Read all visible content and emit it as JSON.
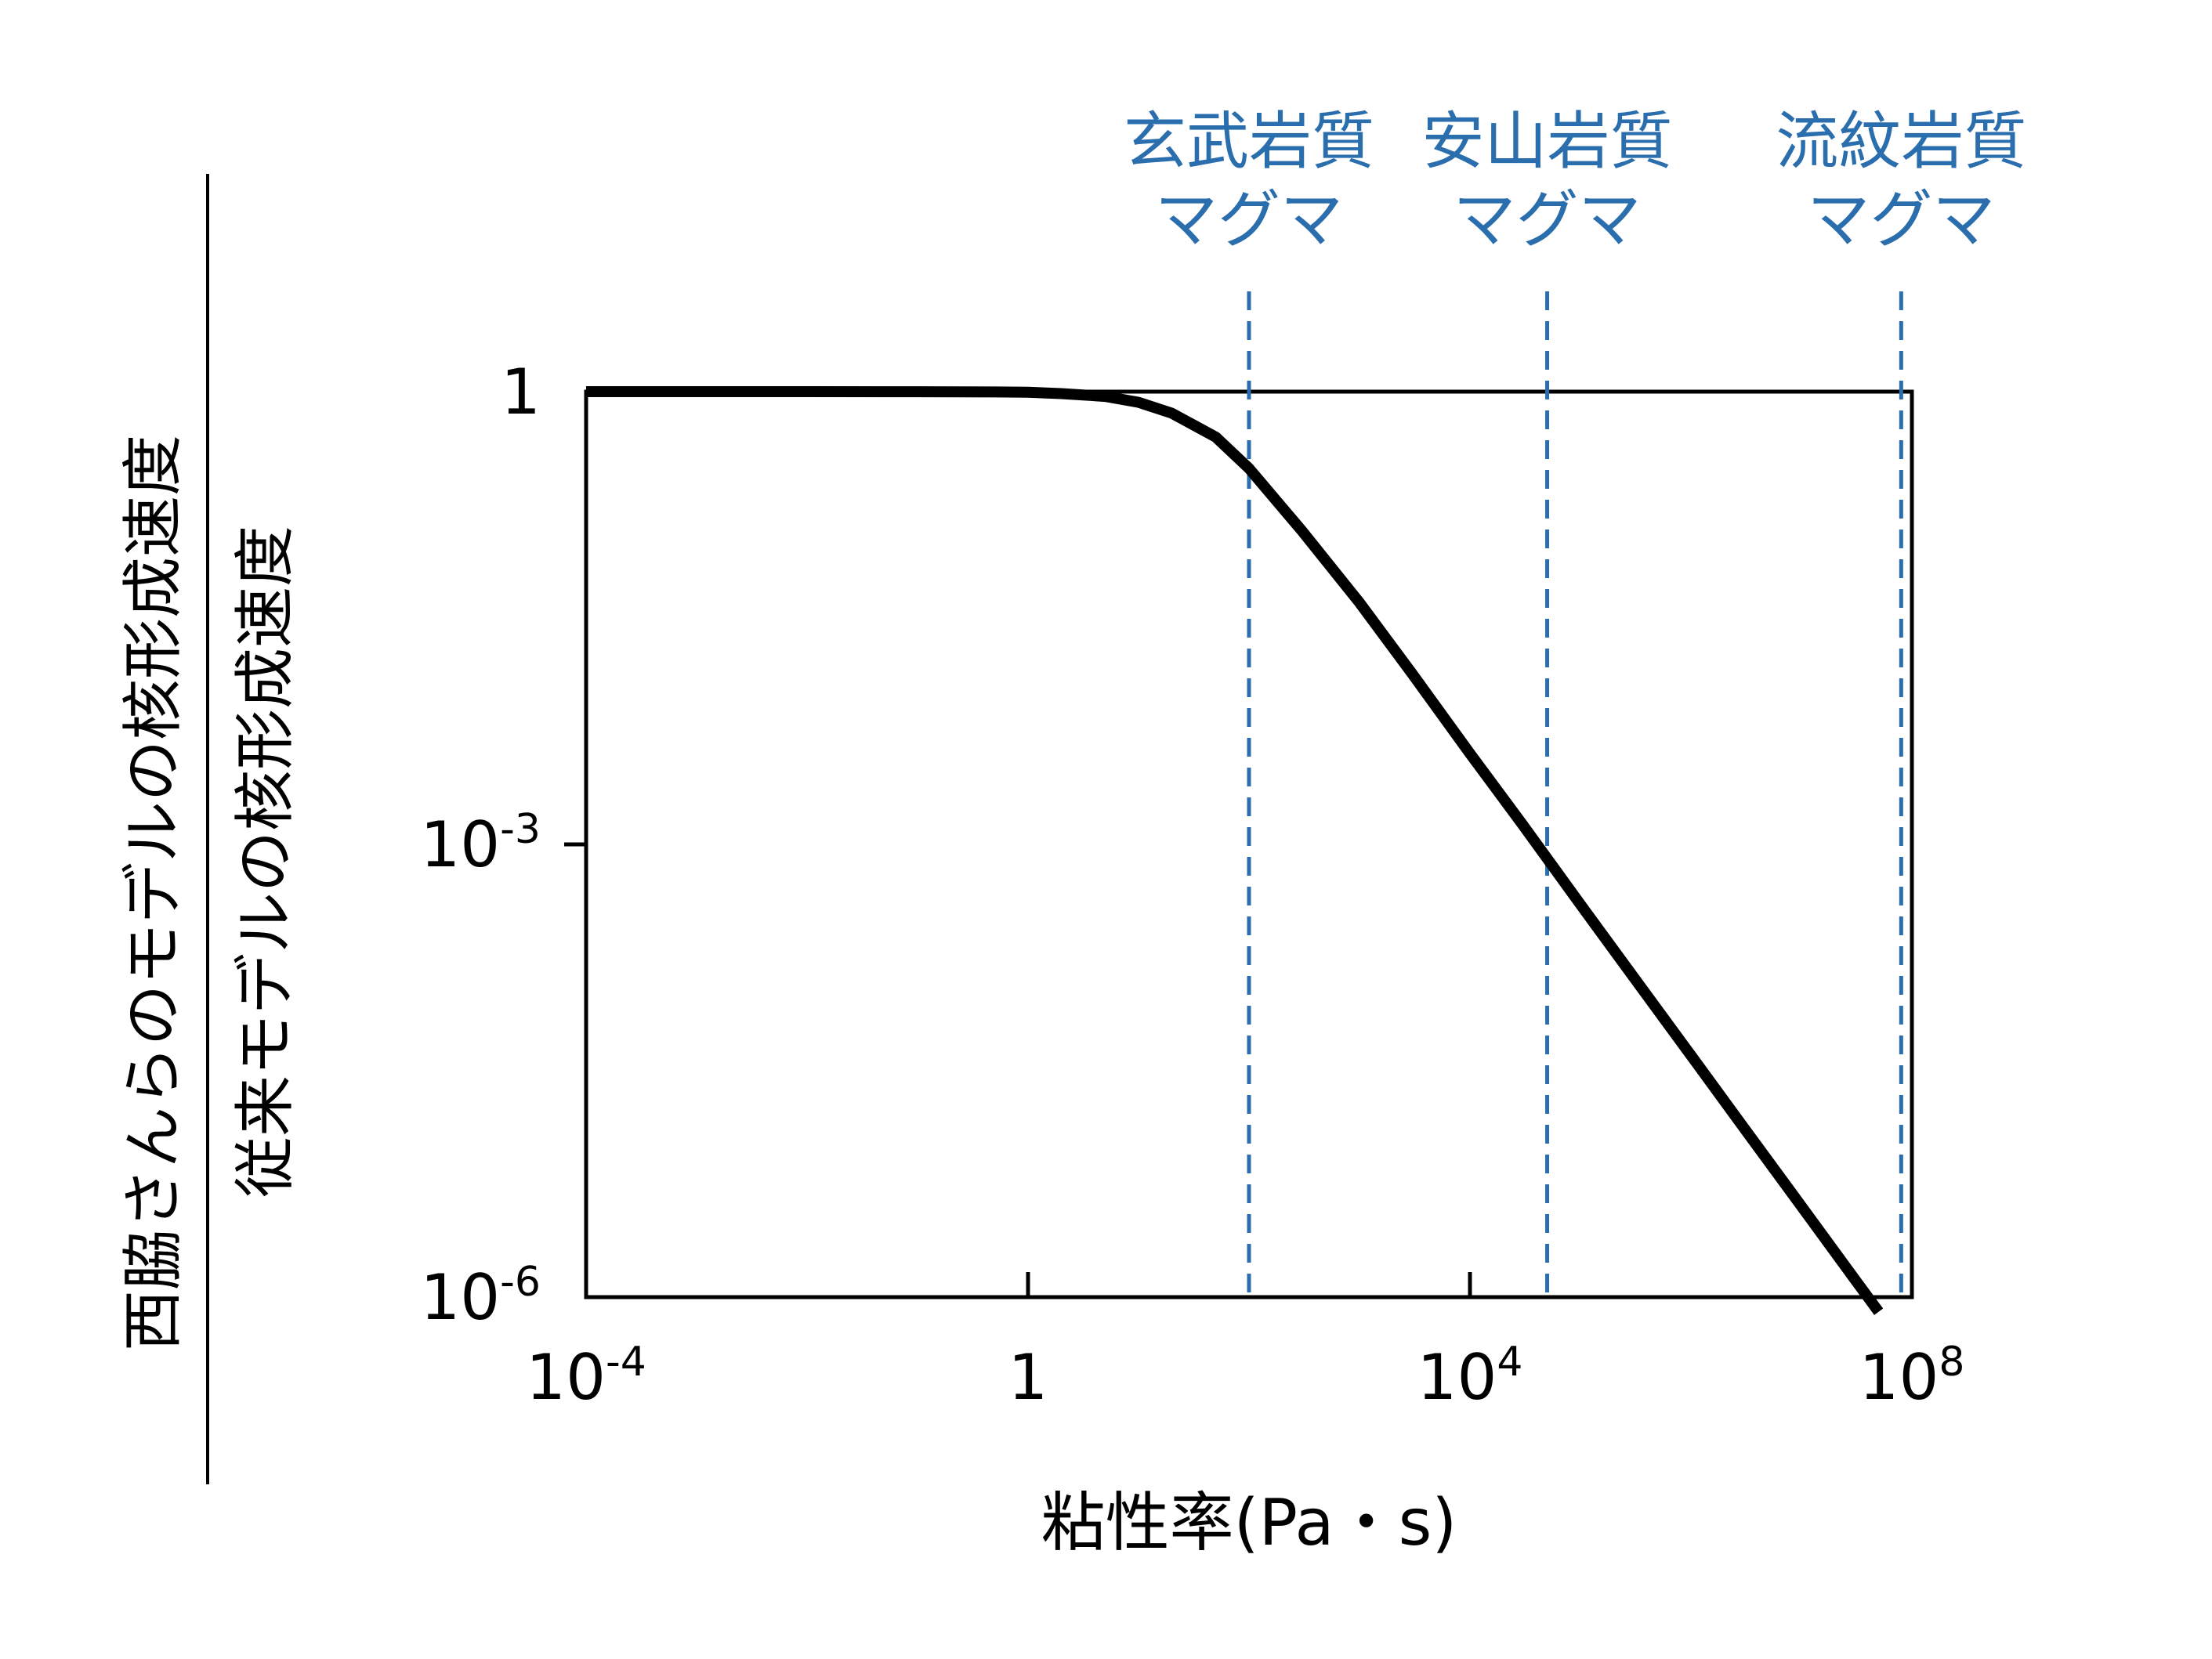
{
  "chart_data": {
    "type": "line",
    "xscale": "log",
    "yscale": "log",
    "xlim": [
      0.0001,
      100000000
    ],
    "ylim": [
      1e-06,
      1
    ],
    "xlabel": "粘性率(Pa・s)",
    "ylabel": {
      "numerator": "西脇さんらのモデルの核形成速度",
      "denominator": "従来モデルの核形成速度"
    },
    "x_ticks": [
      {
        "value": 0.0001,
        "base": "10",
        "exp": "-4"
      },
      {
        "value": 1,
        "base": "1",
        "exp": ""
      },
      {
        "value": 10000,
        "base": "10",
        "exp": "4"
      },
      {
        "value": 100000000,
        "base": "10",
        "exp": "8"
      }
    ],
    "y_ticks": [
      {
        "value": 1,
        "base": "1",
        "exp": ""
      },
      {
        "value": 0.001,
        "base": "10",
        "exp": "-3"
      },
      {
        "value": 1e-06,
        "base": "10",
        "exp": "-6"
      }
    ],
    "series": [
      {
        "color": "#000000",
        "x": [
          0.0001,
          0.01,
          0.1,
          0.5,
          1,
          2,
          5,
          10,
          20,
          50,
          100,
          300,
          1000,
          3000,
          10000,
          30000,
          100000,
          300000,
          1000000,
          3000000,
          10000000,
          30000000,
          50000000
        ],
        "y": [
          1,
          1,
          0.999,
          0.995,
          0.99,
          0.97,
          0.93,
          0.85,
          0.72,
          0.5,
          0.31,
          0.12,
          0.04,
          0.0135,
          0.004,
          0.00135,
          0.0004,
          0.000133,
          4e-05,
          1.33e-05,
          4e-06,
          1.33e-06,
          8e-07
        ]
      }
    ],
    "reference_lines": [
      {
        "x": 100,
        "label": [
          "玄武岩質",
          "マグマ"
        ]
      },
      {
        "x": 50000,
        "label": [
          "安山岩質",
          "マグマ"
        ]
      },
      {
        "x": 80000000,
        "label": [
          "流紋岩質",
          "マグマ"
        ]
      }
    ],
    "reference_color": "#2a6ead",
    "grid": false,
    "legend": "none"
  }
}
